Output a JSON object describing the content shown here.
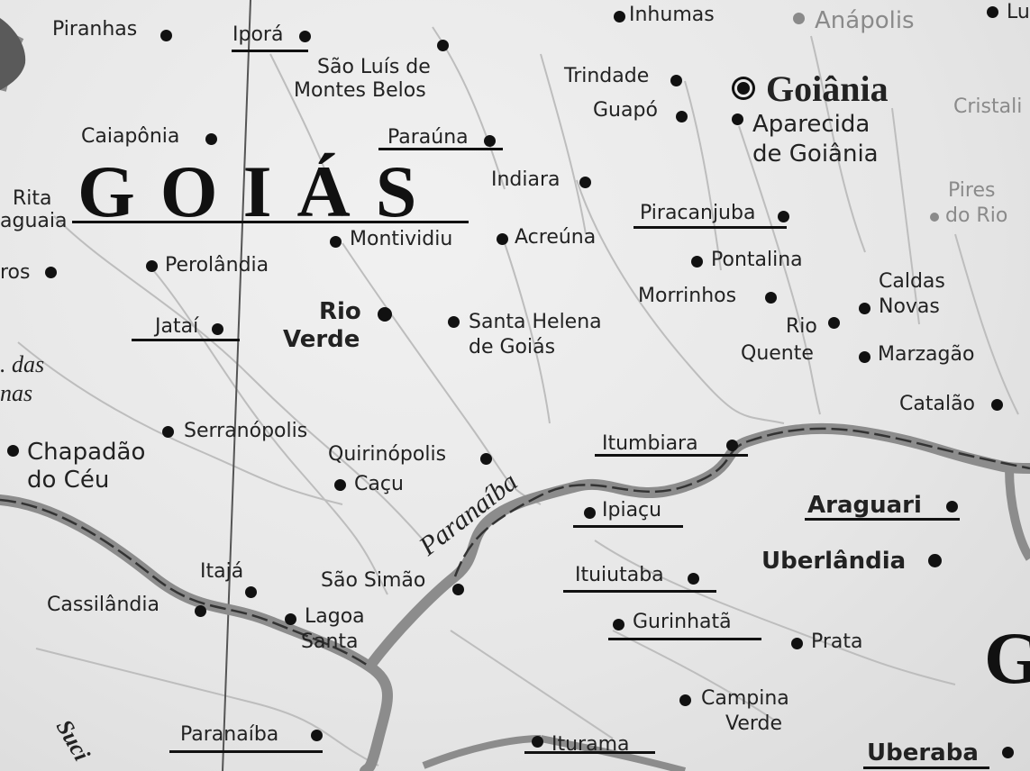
{
  "states": {
    "goias": "GOIÁS",
    "partial_right": "G"
  },
  "capital": "Goiânia",
  "river": "Paranaíba",
  "cities": {
    "inhumas": "Inhumas",
    "anapolis": "Anápolis",
    "edge_top_right": "Lu",
    "piranhas": "Piranhas",
    "ipora": "Iporá",
    "sao_luis_line1": "São Luís de",
    "sao_luis_line2": "Montes Belos",
    "trindade": "Trindade",
    "guapo": "Guapó",
    "aparecida_line1": "Aparecida",
    "aparecida_line2": "de Goiânia",
    "cristalina": "Cristali",
    "caiaponia": "Caiapônia",
    "parauna": "Paraúna",
    "indiara": "Indiara",
    "rita_line1": "Rita",
    "rita_line2": "aguaia",
    "pires_line1": "Pires",
    "pires_line2": "do Rio",
    "piracanjuba": "Piracanjuba",
    "montividiu": "Montividiu",
    "acreuna": "Acreúna",
    "ros": "ros",
    "perolandia": "Perolândia",
    "pontalina": "Pontalina",
    "caldas_line1": "Caldas",
    "caldas_line2": "Novas",
    "morrinhos": "Morrinhos",
    "rio_verde_line1": "Rio",
    "rio_verde_line2": "Verde",
    "santa_helena_line1": "Santa Helena",
    "santa_helena_line2": "de Goiás",
    "jatai": "Jataí",
    "rio_quente_line1": "Rio",
    "rio_quente_line2": "Quente",
    "marzagao": "Marzagão",
    "das_line1": ". das",
    "das_line2": "nas",
    "catalao": "Catalão",
    "serranopolis": "Serranópolis",
    "itumbiara": "Itumbiara",
    "chapadao_line1": "Chapadão",
    "chapadao_line2": "do Céu",
    "quirinopolis": "Quirinópolis",
    "cacu": "Caçu",
    "ipiacu": "Ipiaçu",
    "araguari": "Araguari",
    "uberlandia": "Uberlândia",
    "itaja": "Itajá",
    "ituiutaba": "Ituiutaba",
    "sao_simao": "São Simão",
    "cassilandia": "Cassilândia",
    "lagoa_line1": "Lagoa",
    "lagoa_line2": "Santa",
    "gurinhata": "Gurinhatã",
    "prata": "Prata",
    "campina_line1": "Campina",
    "campina_line2": "Verde",
    "paranaiba_city": "Paranaíba",
    "sucuriu": "Suci",
    "iturama": "Iturama",
    "uberaba": "Uberaba"
  },
  "colors": {
    "background": "#e9e9e9",
    "ink": "#111111",
    "grey_label": "#8a8a8a",
    "river": "#8c8c8c",
    "road": "#bdbdbd"
  }
}
